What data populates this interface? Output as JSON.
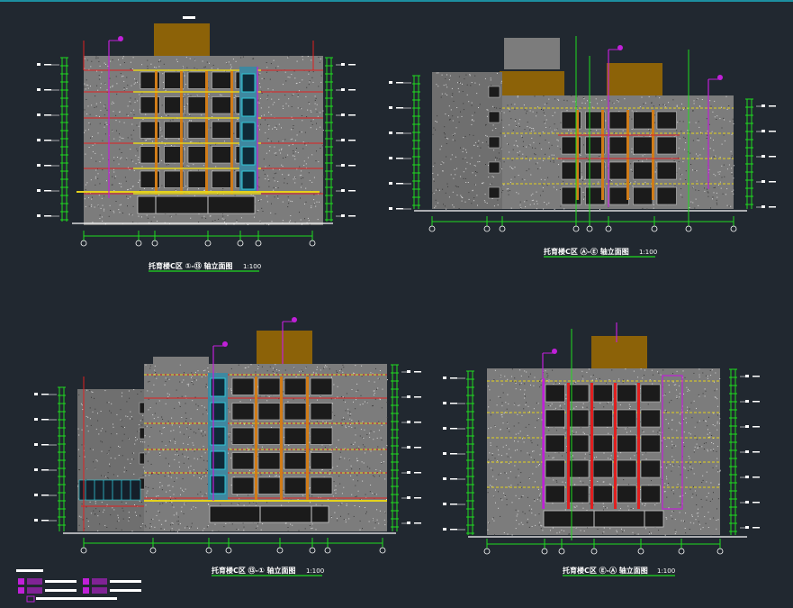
{
  "drawing": {
    "view1_title": "托育楼C区 ①-⑬ 轴立面图",
    "view1_scale": "1:100",
    "view2_title": "托育楼C区 Ⓐ-Ⓔ 轴立面图",
    "view2_scale": "1:100",
    "view3_title": "托育楼C区 ⑬-① 轴立面图",
    "view3_scale": "1:100",
    "view4_title": "托育楼C区 Ⓔ-Ⓐ 轴立面图",
    "view4_scale": "1:100"
  },
  "colors": {
    "background": "#212830",
    "wall": "#7c7c7c",
    "roof_box": "#8c6208",
    "window": "#1b1b1b",
    "dim_line": "#1fdc1f",
    "axis_red": "#e02020",
    "band_yellow": "#e4d21c",
    "frame_orange": "#d07c18",
    "tag_magenta": "#c020d8",
    "stair_cyan": "#30c8d8"
  }
}
